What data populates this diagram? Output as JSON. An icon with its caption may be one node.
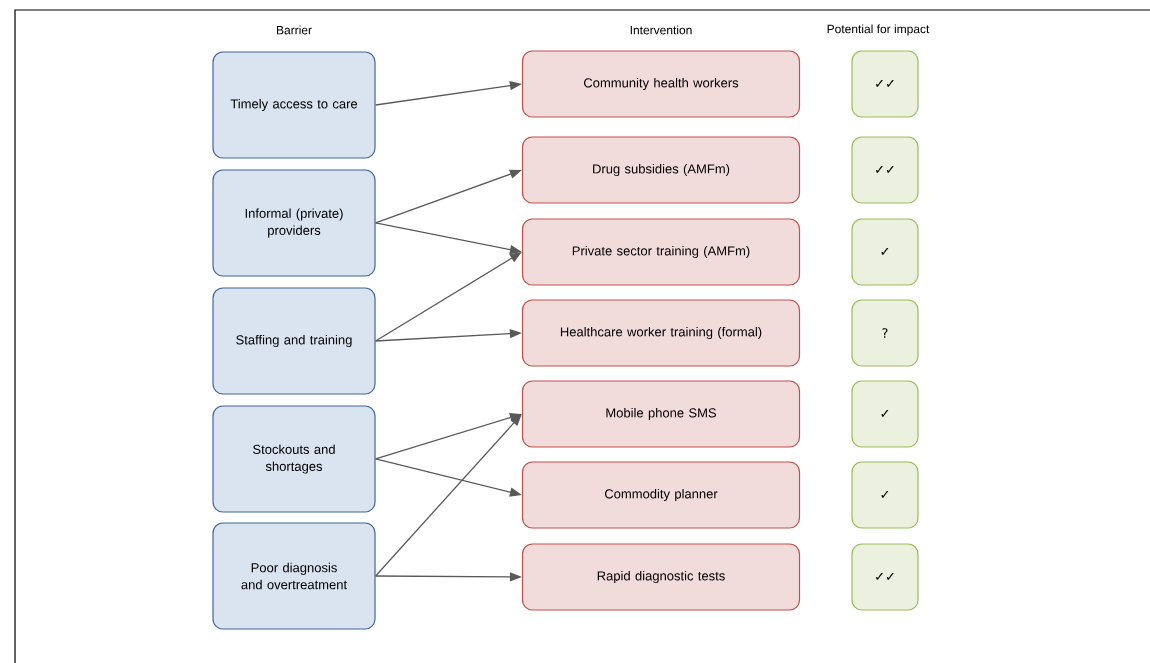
{
  "diagram": {
    "nodes": [
      {
        "text": [
          "Timely access to care"
        ]
      },
      {
        "text": [
          "Informal (private) providers"
        ]
      },
      {
        "text": [
          "Staffing and training"
        ]
      },
      {
        "text": [
          "Stockouts and shortages"
        ]
      },
      {
        "text": [
          "Poor diagnosis and overtreatment"
        ]
      },
      {
        "text": [
          "Community health workers"
        ]
      },
      {
        "text": [
          "Drug subsidies (AMFm)"
        ]
      },
      {
        "text": [
          "Private sector training (AMFm)"
        ]
      },
      {
        "text": [
          "Healthcare worker training (formal)"
        ]
      },
      {
        "text": [
          "Mobile phone SMS"
        ]
      },
      {
        "text": [
          "Commodity planner"
        ]
      },
      {
        "text": [
          "Rapid diagnostic tests"
        ]
      },
      {
        "text": [
          "✓✓"
        ]
      },
      {
        "text": [
          "✓✓"
        ]
      },
      {
        "text": [
          "✓"
        ]
      },
      {
        "text": [
          "?"
        ]
      },
      {
        "text": [
          "✓"
        ]
      },
      {
        "text": [
          "✓"
        ]
      },
      {
        "text": [
          "✓✓"
        ]
      }
    ],
    "edges": [
      {
        "from": 0,
        "to": 5,
        "arrow": "to"
      },
      {
        "from": 1,
        "to": 6,
        "arrow": "to"
      },
      {
        "from": 1,
        "to": 7,
        "arrow": "to"
      },
      {
        "from": 2,
        "to": 7,
        "arrow": "to"
      },
      {
        "from": 2,
        "to": 8,
        "arrow": "to"
      },
      {
        "from": 3,
        "to": 9,
        "arrow": "to"
      },
      {
        "from": 3,
        "to": 10,
        "arrow": "to"
      },
      {
        "from": 4,
        "to": 9,
        "arrow": "to"
      },
      {
        "from": 4,
        "to": 11,
        "arrow": "to"
      }
    ],
    "labels": [
      "Barrier",
      "Intervention",
      "Potential for impact"
    ]
  }
}
